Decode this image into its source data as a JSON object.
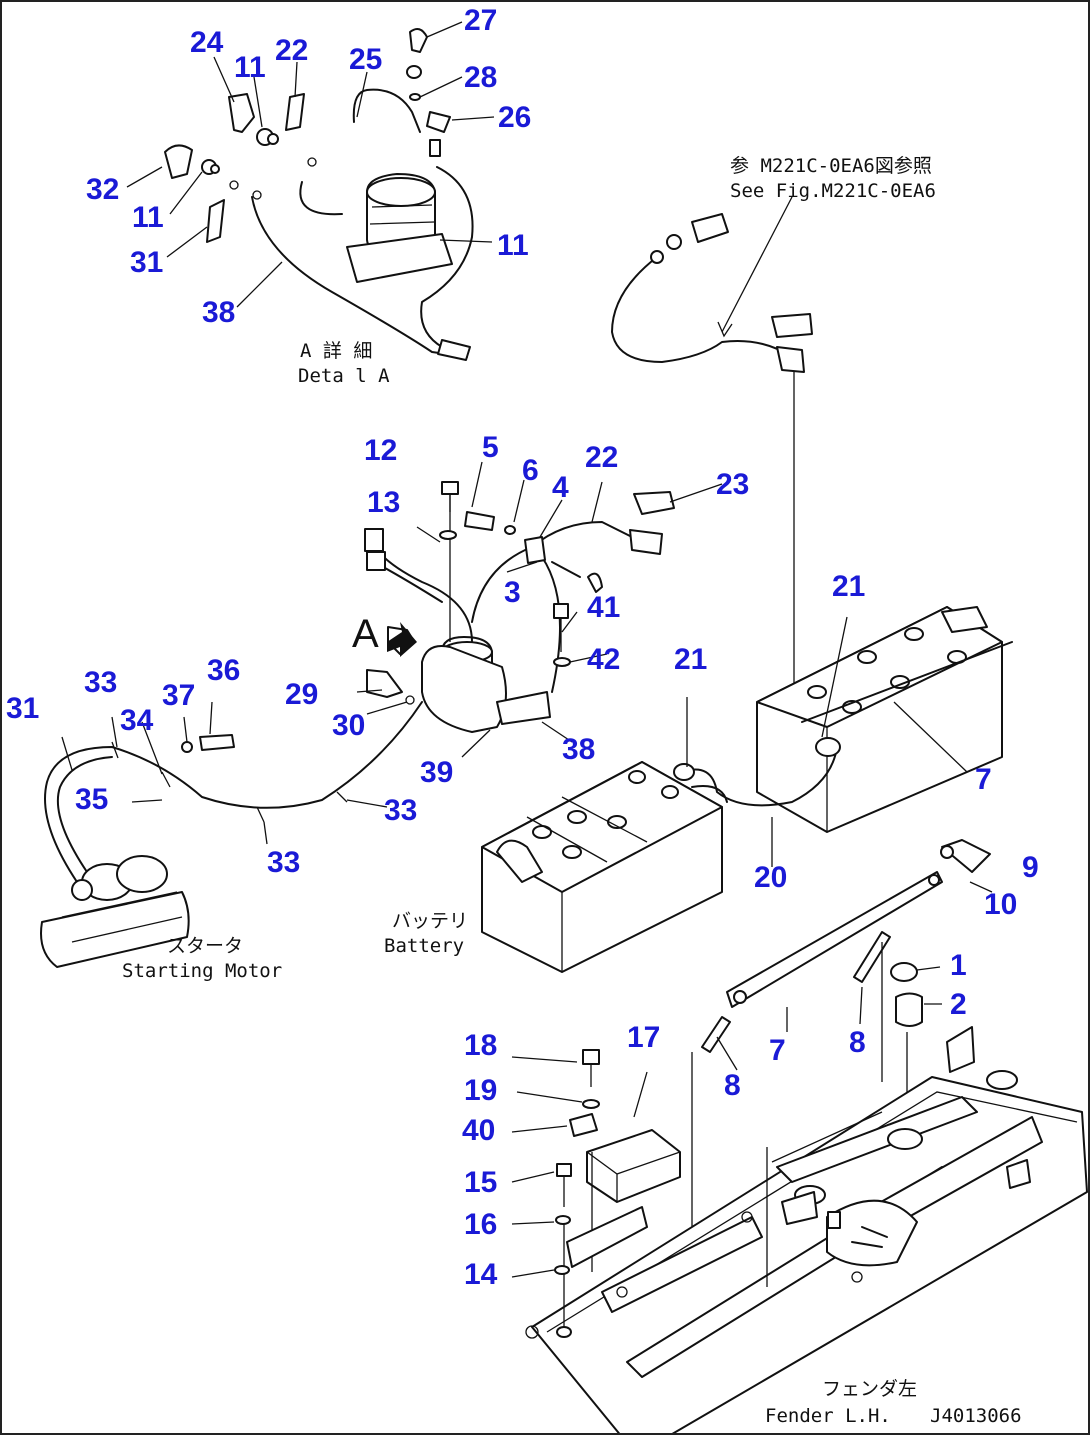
{
  "labels": [
    {
      "id": "n27a",
      "text": "27"
    },
    {
      "id": "n24",
      "text": "24"
    },
    {
      "id": "n11a",
      "text": "11"
    },
    {
      "id": "n22a",
      "text": "22"
    },
    {
      "id": "n25",
      "text": "25"
    },
    {
      "id": "n28",
      "text": "28"
    },
    {
      "id": "n26",
      "text": "26"
    },
    {
      "id": "n32",
      "text": "32"
    },
    {
      "id": "n11b",
      "text": "11"
    },
    {
      "id": "n31a",
      "text": "31"
    },
    {
      "id": "n11c",
      "text": "11"
    },
    {
      "id": "n38a",
      "text": "38"
    },
    {
      "id": "n12",
      "text": "12"
    },
    {
      "id": "n5",
      "text": "5"
    },
    {
      "id": "n6",
      "text": "6"
    },
    {
      "id": "n22b",
      "text": "22"
    },
    {
      "id": "n13",
      "text": "13"
    },
    {
      "id": "n4",
      "text": "4"
    },
    {
      "id": "n23",
      "text": "23"
    },
    {
      "id": "n3",
      "text": "3"
    },
    {
      "id": "n41",
      "text": "41"
    },
    {
      "id": "n21a",
      "text": "21"
    },
    {
      "id": "n42",
      "text": "42"
    },
    {
      "id": "n21b",
      "text": "21"
    },
    {
      "id": "n29",
      "text": "29"
    },
    {
      "id": "n30",
      "text": "30"
    },
    {
      "id": "n38b",
      "text": "38"
    },
    {
      "id": "n39",
      "text": "39"
    },
    {
      "id": "n7a",
      "text": "7"
    },
    {
      "id": "n31b",
      "text": "31"
    },
    {
      "id": "n33a",
      "text": "33"
    },
    {
      "id": "n37",
      "text": "37"
    },
    {
      "id": "n36",
      "text": "36"
    },
    {
      "id": "n34",
      "text": "34"
    },
    {
      "id": "n35",
      "text": "35"
    },
    {
      "id": "n33b",
      "text": "33"
    },
    {
      "id": "n33c",
      "text": "33"
    },
    {
      "id": "n20",
      "text": "20"
    },
    {
      "id": "n9",
      "text": "9"
    },
    {
      "id": "n10",
      "text": "10"
    },
    {
      "id": "n1",
      "text": "1"
    },
    {
      "id": "n2",
      "text": "2"
    },
    {
      "id": "n18",
      "text": "18"
    },
    {
      "id": "n17",
      "text": "17"
    },
    {
      "id": "n19",
      "text": "19"
    },
    {
      "id": "n40",
      "text": "40"
    },
    {
      "id": "n8a",
      "text": "8"
    },
    {
      "id": "n7b",
      "text": "7"
    },
    {
      "id": "n8b",
      "text": "8"
    },
    {
      "id": "n15",
      "text": "15"
    },
    {
      "id": "n16",
      "text": "16"
    },
    {
      "id": "n14",
      "text": "14"
    }
  ],
  "captions": {
    "ref_jp": "参 M221C-0EA6図参照",
    "ref_en": "See Fig.M221C-0EA6",
    "detail_jp": "A 詳 細",
    "detail_en": "Deta l A",
    "arrow_a": "A",
    "starter_jp": "スタータ",
    "starter_en": "Starting Motor",
    "battery_jp": "バッテリ",
    "battery_en": "Battery",
    "fender_jp": "フェンダ左",
    "fender_en": "Fender L.H.",
    "fig_code": "J4013066"
  }
}
